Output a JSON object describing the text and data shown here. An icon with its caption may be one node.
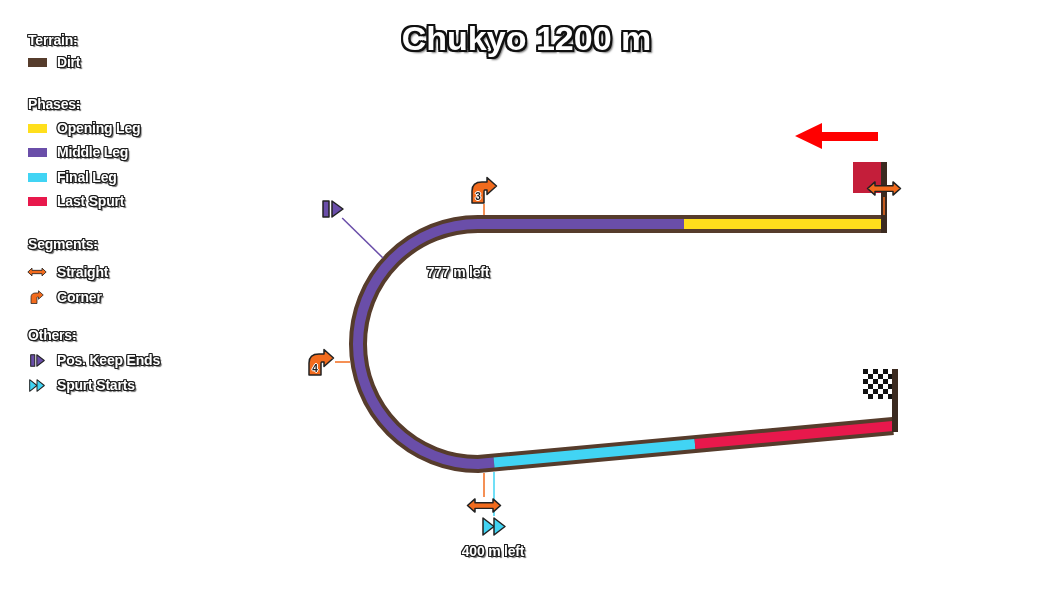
{
  "diagram": {
    "title": "Chukyo 1200 m",
    "nodes": [
      {
        "text": [
          "3"
        ]
      },
      {
        "text": [],
        "shape": "picture"
      },
      {
        "text": [],
        "shape": "picture"
      },
      {
        "text": [
          "4"
        ]
      },
      {
        "text": [],
        "shape": "picture"
      },
      {
        "text": [],
        "shape": "picture",
        "beside": [
          "400 m left"
        ]
      }
    ],
    "edges": [
      {
        "from": 0,
        "to": null,
        "arrow": "none"
      },
      {
        "from": 1,
        "to": null,
        "arrow": "none",
        "color": "#6a4ea9"
      },
      {
        "from": 2,
        "to": null,
        "arrow": "none"
      },
      {
        "from": 3,
        "to": null,
        "arrow": "none"
      },
      {
        "from": 4,
        "to": null,
        "arrow": "none"
      },
      {
        "from": 5,
        "to": null,
        "arrow": "none",
        "color": "#41d4f4"
      }
    ],
    "labels": [
      "Terrain:",
      "Phases:",
      "Segments:",
      "Others:",
      "777 m left"
    ],
    "legend": [
      {
        "text": "Dirt",
        "color": "#563c2c"
      },
      {
        "text": "Opening Leg",
        "color": "#ffdf1c"
      },
      {
        "text": "Middle Leg",
        "color": "#6a4ea9"
      },
      {
        "text": "Final Leg",
        "color": "#41d4f4"
      },
      {
        "text": "Last Spurt",
        "color": "#e8184c"
      },
      {
        "text": "Straight"
      },
      {
        "text": "Corner"
      },
      {
        "text": "Pos. Keep Ends"
      },
      {
        "text": "Spurt Starts"
      }
    ]
  }
}
